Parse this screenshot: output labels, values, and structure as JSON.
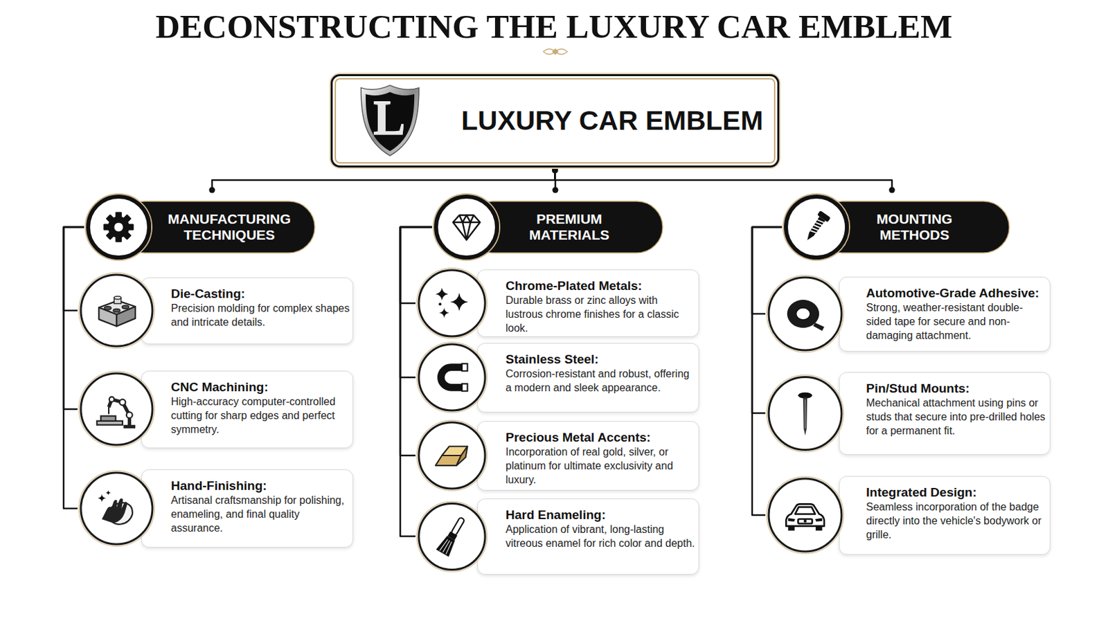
{
  "diagram": {
    "title": "DECONSTRUCTING THE LUXURY CAR EMBLEM",
    "nodes": [
      {
        "text": [
          "LUXURY CAR EMBLEM"
        ]
      },
      {
        "text": [
          "MANUFACTURING TECHNIQUES"
        ]
      },
      {
        "text": [
          "Die-Casting:",
          "Precision molding for complex shapes and intricate details."
        ]
      },
      {
        "text": [
          "CNC Machining:",
          "High-accuracy computer-controlled cutting for sharp edges and perfect symmetry."
        ]
      },
      {
        "text": [
          "Hand-Finishing:",
          "Artisanal craftsmanship for polishing, enameling, and final quality assurance."
        ]
      },
      {
        "text": [
          "PREMIUM MATERIALS"
        ]
      },
      {
        "text": [
          "Chrome-Plated Metals:",
          "Durable brass or zinc alloys with lustrous chrome finishes for a classic look."
        ]
      },
      {
        "text": [
          "Stainless Steel:",
          "Corrosion-resistant and robust, offering a modern and sleek appearance."
        ]
      },
      {
        "text": [
          "Precious Metal Accents:",
          "Incorporation of real gold, silver, or platinum for ultimate exclusivity and luxury."
        ]
      },
      {
        "text": [
          "Hard Enameling:",
          "Application of vibrant, long-lasting vitreous enamel for rich color and depth."
        ]
      },
      {
        "text": [
          "MOUNTING METHODS"
        ]
      },
      {
        "text": [
          "Automotive-Grade Adhesive:",
          "Strong, weather-resistant double-sided tape for secure and non-damaging attachment."
        ]
      },
      {
        "text": [
          "Pin/Stud Mounts:",
          "Mechanical attachment using pins or studs that secure into pre-drilled holes for a permanent fit."
        ]
      },
      {
        "text": [
          "Integrated Design:",
          "Seamless incorporation of the badge directly into the vehicle's bodywork or grille."
        ]
      }
    ],
    "edges": [
      {
        "from": 0,
        "to": 1,
        "arrow": "none"
      },
      {
        "from": 0,
        "to": 5,
        "arrow": "none"
      },
      {
        "from": 0,
        "to": 10,
        "arrow": "none"
      },
      {
        "from": 1,
        "to": 2,
        "arrow": "none"
      },
      {
        "from": 1,
        "to": 3,
        "arrow": "none"
      },
      {
        "from": 1,
        "to": 4,
        "arrow": "none"
      },
      {
        "from": 5,
        "to": 6,
        "arrow": "none"
      },
      {
        "from": 5,
        "to": 7,
        "arrow": "none"
      },
      {
        "from": 5,
        "to": 8,
        "arrow": "none"
      },
      {
        "from": 5,
        "to": 9,
        "arrow": "none"
      },
      {
        "from": 10,
        "to": 11,
        "arrow": "none"
      },
      {
        "from": 10,
        "to": 12,
        "arrow": "none"
      },
      {
        "from": 10,
        "to": 13,
        "arrow": "none"
      }
    ],
    "labels": [
      "L"
    ]
  }
}
